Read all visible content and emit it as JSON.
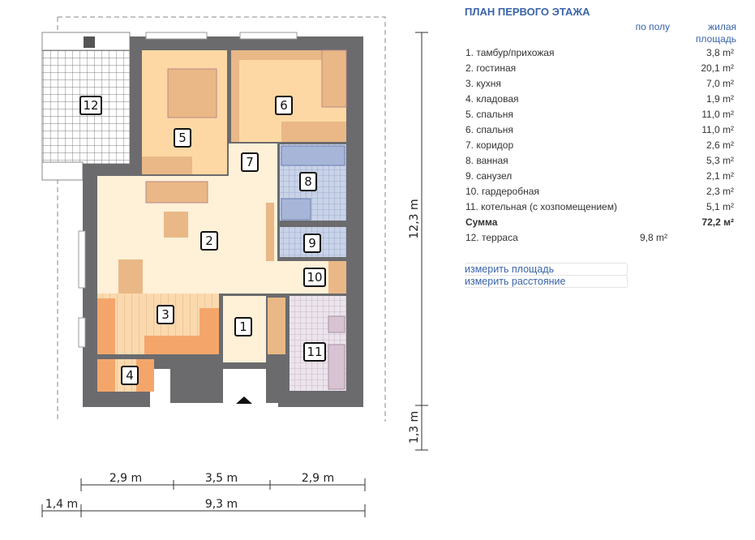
{
  "plan": {
    "rooms": [
      "1",
      "2",
      "3",
      "4",
      "5",
      "6",
      "7",
      "8",
      "9",
      "10",
      "11",
      "12"
    ],
    "dimensions": {
      "bottom_row1": [
        "2,9 m",
        "3,5 m",
        "2,9 m"
      ],
      "bottom_row2": [
        "1,4 m",
        "9,3 m"
      ],
      "right": [
        "12,3 m",
        "1,3 m"
      ]
    }
  },
  "info": {
    "title": "ПЛАН ПЕРВОГО ЭТАЖА",
    "col_floor": "по полу",
    "col_living": "жилая площадь",
    "rows": [
      {
        "label": "1. тамбур/прихожая",
        "floor": "",
        "living": "3,8 m²"
      },
      {
        "label": "2. гостиная",
        "floor": "",
        "living": "20,1 m²"
      },
      {
        "label": "3. кухня",
        "floor": "",
        "living": "7,0 m²"
      },
      {
        "label": "4. кладовая",
        "floor": "",
        "living": "1,9 m²"
      },
      {
        "label": "5. спальня",
        "floor": "",
        "living": "11,0 m²"
      },
      {
        "label": "6. спальня",
        "floor": "",
        "living": "11,0 m²"
      },
      {
        "label": "7. коридор",
        "floor": "",
        "living": "2,6 m²"
      },
      {
        "label": "8. ванная",
        "floor": "",
        "living": "5,3 m²"
      },
      {
        "label": "9. санузел",
        "floor": "",
        "living": "2,1 m²"
      },
      {
        "label": "10. гардеробная",
        "floor": "",
        "living": "2,3 m²"
      },
      {
        "label": "11. котельная (с хозпомещением)",
        "floor": "",
        "living": "5,1 m²"
      },
      {
        "label": "Сумма",
        "floor": "",
        "living": "72,2 м²"
      },
      {
        "label": "12. терраса",
        "floor": "9,8 m²",
        "living": ""
      }
    ],
    "links": [
      "измерить площадь",
      "измерить расстояние"
    ]
  }
}
